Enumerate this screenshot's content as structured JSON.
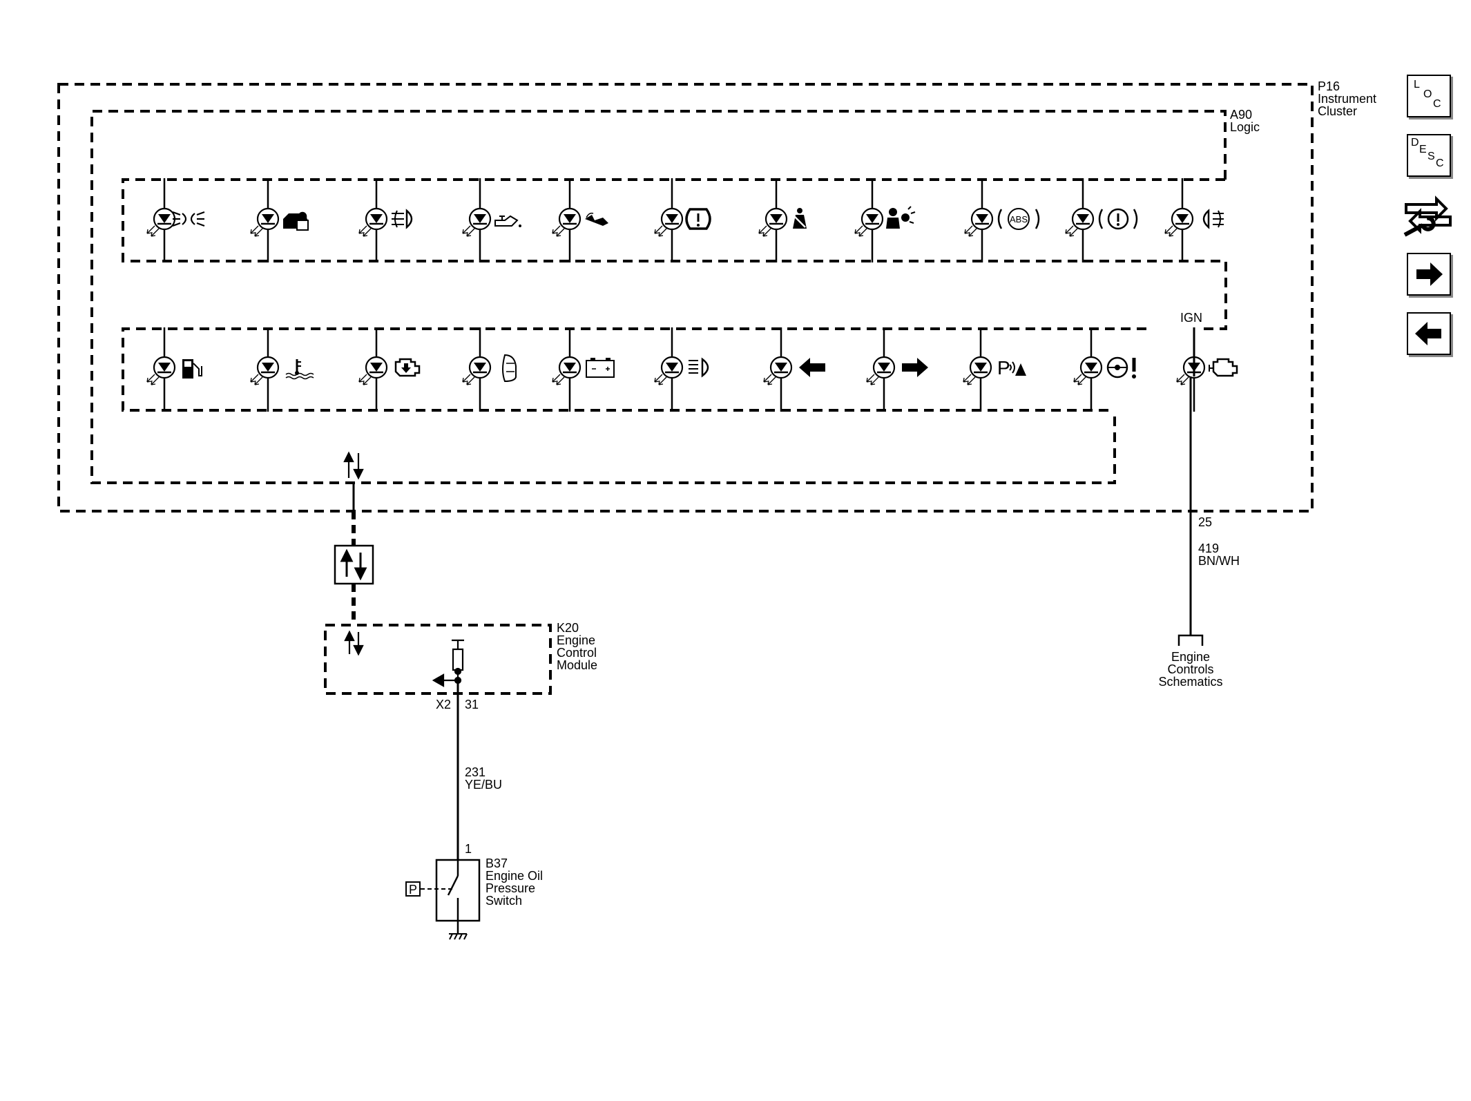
{
  "labels": {
    "p16_ref": "P16",
    "p16_l1": "Instrument",
    "p16_l2": "Cluster",
    "a90_ref": "A90",
    "a90_l1": "Logic",
    "ign": "IGN",
    "pin25": "25",
    "wire419": "419",
    "wire419_color": "BN/WH",
    "ecs_l1": "Engine",
    "ecs_l2": "Controls",
    "ecs_l3": "Schematics",
    "k20_ref": "K20",
    "k20_l1": "Engine",
    "k20_l2": "Control",
    "k20_l3": "Module",
    "x2": "X2",
    "pin31": "31",
    "wire231": "231",
    "wire231_color": "YE/BU",
    "pin1": "1",
    "b37_ref": "B37",
    "b37_l1": "Engine Oil",
    "b37_l2": "Pressure",
    "b37_l3": "Switch",
    "p_symbol": "P",
    "abs": "ABS"
  },
  "nav": {
    "loc": [
      "L",
      "O",
      "C"
    ],
    "desc": [
      "D",
      "E",
      "S",
      "C"
    ]
  },
  "indicators": {
    "top_row": [
      "parking-lamps-icon",
      "security-lock-icon",
      "rear-fog-icon",
      "oil-pressure-icon",
      "washer-fluid-icon",
      "tire-pressure-icon",
      "seatbelt-icon",
      "airbag-icon",
      "abs-icon",
      "brake-warning-icon",
      "front-fog-icon"
    ],
    "bottom_row": [
      "low-fuel-icon",
      "coolant-temp-icon",
      "engine-fault-icon",
      "door-ajar-icon",
      "battery-icon",
      "high-beam-icon",
      "turn-left-icon",
      "turn-right-icon",
      "park-assist-icon",
      "steering-warning-icon",
      "check-engine-icon"
    ]
  }
}
